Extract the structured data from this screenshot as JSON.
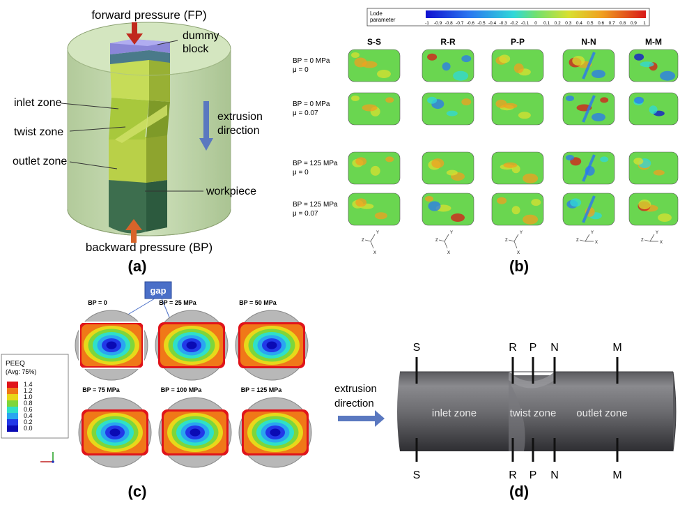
{
  "panel_a": {
    "label": "(a)",
    "forward_pressure": "forward pressure (FP)",
    "dummy_block": [
      "dummy",
      "block"
    ],
    "inlet_zone": "inlet zone",
    "twist_zone": "twist zone",
    "outlet_zone": "outlet zone",
    "extrusion_direction": [
      "extrusion",
      "direction"
    ],
    "workpiece": "workpiece",
    "backward_pressure": "backward pressure (BP)"
  },
  "panel_b": {
    "label": "(b)",
    "colorbar_title": [
      "Lode",
      "parameter"
    ],
    "colorbar_ticks": [
      "-1",
      "-0.9",
      "-0.8",
      "-0.7",
      "-0.6",
      "-0.5",
      "-0.4",
      "-0.3",
      "-0.2",
      "-0.1",
      "0",
      "0.1",
      "0.2",
      "0.3",
      "0.4",
      "0.5",
      "0.6",
      "0.7",
      "0.8",
      "0.9",
      "1"
    ],
    "columns": [
      "S-S",
      "R-R",
      "P-P",
      "N-N",
      "M-M"
    ],
    "rows": [
      {
        "bp": "BP = 0 MPa",
        "mu": "μ = 0"
      },
      {
        "bp": "BP = 0 MPa",
        "mu": "μ = 0.07"
      },
      {
        "bp": "BP = 125 MPa",
        "mu": "μ = 0"
      },
      {
        "bp": "BP = 125 MPa",
        "mu": "μ = 0.07"
      }
    ],
    "axis_letters": {
      "x": "X",
      "y": "Y",
      "z": "Z"
    }
  },
  "panel_c": {
    "label": "(c)",
    "gap_label": "gap",
    "legend_title": [
      "PEEQ",
      "(Avg: 75%)"
    ],
    "legend_values": [
      "1.4",
      "1.2",
      "1.0",
      "0.8",
      "0.6",
      "0.4",
      "0.2",
      "0.0"
    ],
    "legend_colors": [
      "#e0141a",
      "#f07818",
      "#e8d81a",
      "#7ed63a",
      "#2fe0c8",
      "#2aa6f0",
      "#2238e8",
      "#0a0ab4"
    ],
    "sections": [
      "BP = 0",
      "BP = 25 MPa",
      "BP = 50 MPa",
      "BP = 75 MPa",
      "BP = 100 MPa",
      "BP = 125 MPa"
    ]
  },
  "panel_d": {
    "label": "(d)",
    "section_marks": [
      "S",
      "R",
      "P",
      "N",
      "M"
    ],
    "extrusion_direction": [
      "extrusion",
      "direction"
    ],
    "inlet_zone": "inlet zone",
    "twist_zone": "twist zone",
    "outlet_zone": "outlet zone"
  }
}
